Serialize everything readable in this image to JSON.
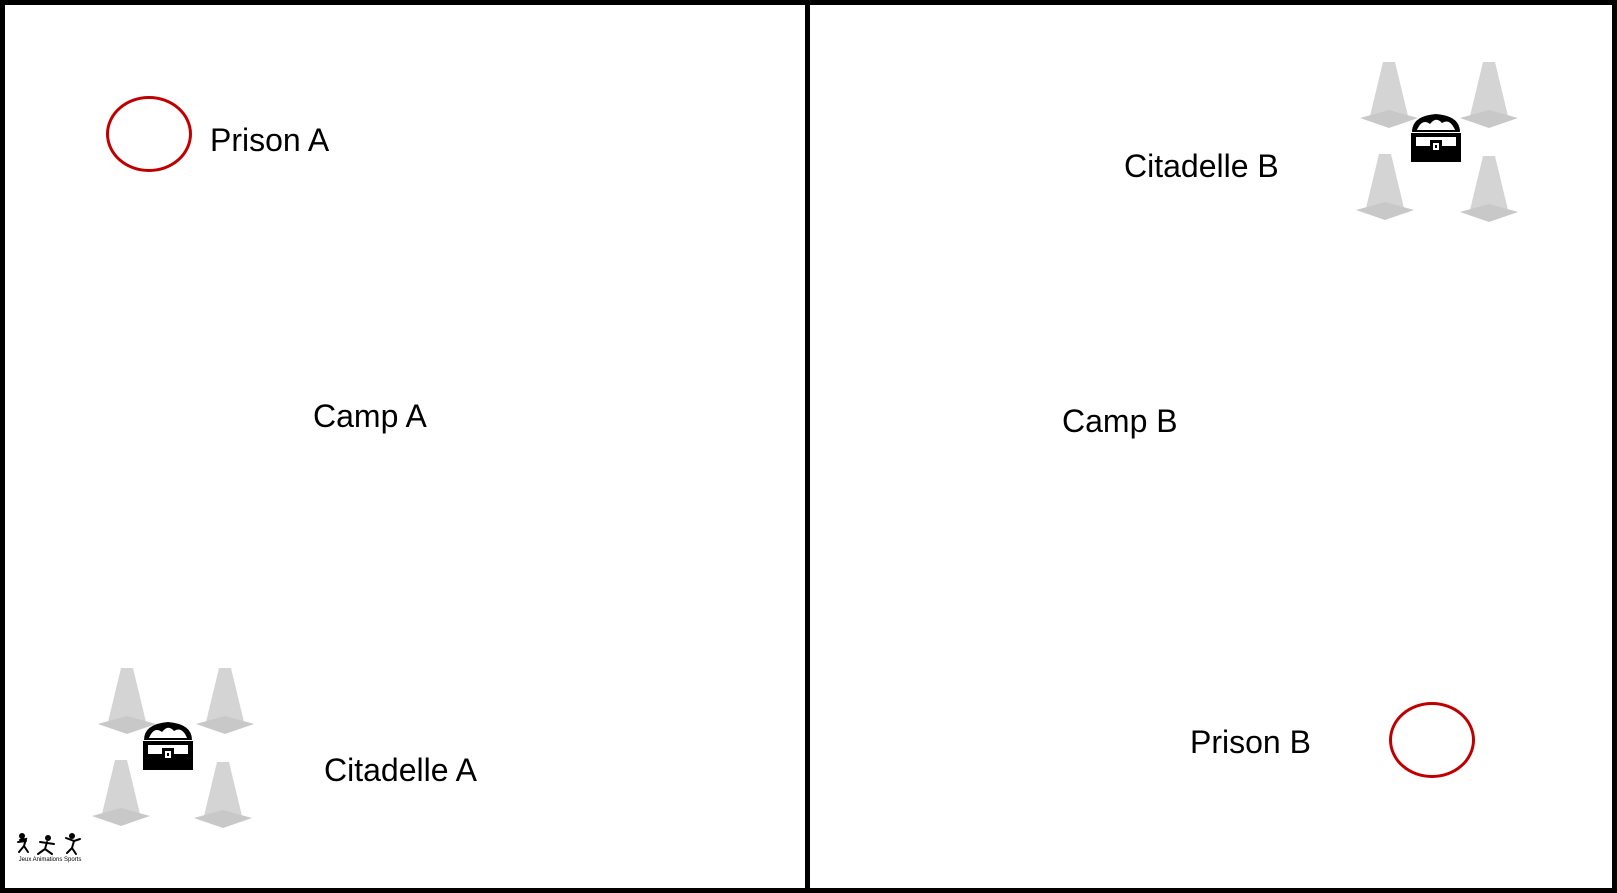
{
  "zones": {
    "prison_a": {
      "label": "Prison A"
    },
    "camp_a": {
      "label": "Camp A"
    },
    "citadel_a": {
      "label": "Citadelle A"
    },
    "citadel_b": {
      "label": "Citadelle B"
    },
    "camp_b": {
      "label": "Camp B"
    },
    "prison_b": {
      "label": "Prison B"
    }
  },
  "logo": {
    "text": "Jeux Animations Sports"
  },
  "icons": {
    "cone": "traffic-cone-icon",
    "chest": "treasure-chest-icon",
    "prison": "circle-marker"
  },
  "colors": {
    "prison_ring": "#c00000",
    "cone": "#d4d4d4",
    "border": "#000000"
  }
}
